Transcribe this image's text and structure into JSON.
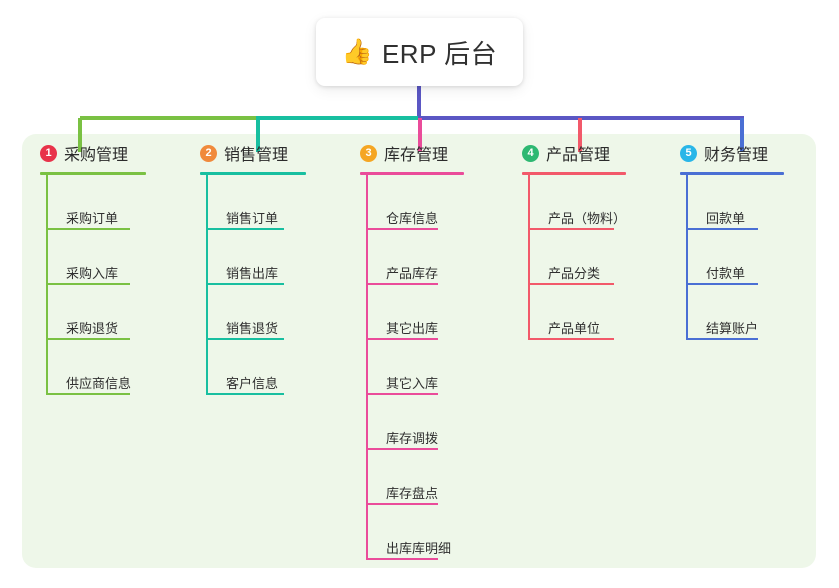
{
  "root": {
    "icon": "thumbs-up-icon",
    "emoji": "👍",
    "title": "ERP 后台"
  },
  "panel": {
    "background_color": "#eef7e9"
  },
  "connectors": {
    "trunk_color": "#5b57c4",
    "bar_segments": [
      {
        "color": "#7ac143"
      },
      {
        "color": "#18bfa0"
      },
      {
        "color": "#5b57c4"
      }
    ]
  },
  "columns": [
    {
      "index": "1",
      "title": "采购管理",
      "badge_color": "#e8334a",
      "line_color": "#7ac143",
      "drop_color": "#7ac143",
      "items": [
        {
          "label": "采购订单"
        },
        {
          "label": "采购入库"
        },
        {
          "label": "采购退货"
        },
        {
          "label": "供应商信息"
        }
      ]
    },
    {
      "index": "2",
      "title": "销售管理",
      "badge_color": "#f08a3c",
      "line_color": "#18bfa0",
      "drop_color": "#18bfa0",
      "items": [
        {
          "label": "销售订单"
        },
        {
          "label": "销售出库"
        },
        {
          "label": "销售退货"
        },
        {
          "label": "客户信息"
        }
      ]
    },
    {
      "index": "3",
      "title": "库存管理",
      "badge_color": "#f5a623",
      "line_color": "#ea4c9a",
      "drop_color": "#ea4c9a",
      "items": [
        {
          "label": "仓库信息"
        },
        {
          "label": "产品库存"
        },
        {
          "label": "其它出库"
        },
        {
          "label": "其它入库"
        },
        {
          "label": "库存调拨"
        },
        {
          "label": "库存盘点"
        },
        {
          "label": "出库库明细"
        }
      ]
    },
    {
      "index": "4",
      "title": "产品管理",
      "badge_color": "#2eb872",
      "line_color": "#f2596a",
      "drop_color": "#f2596a",
      "items": [
        {
          "label": "产品（物料）"
        },
        {
          "label": "产品分类"
        },
        {
          "label": "产品单位"
        }
      ]
    },
    {
      "index": "5",
      "title": "财务管理",
      "badge_color": "#29b6e8",
      "line_color": "#4a6fd4",
      "drop_color": "#4a6fd4",
      "items": [
        {
          "label": "回款单"
        },
        {
          "label": "付款单"
        },
        {
          "label": "结算账户"
        }
      ]
    }
  ]
}
